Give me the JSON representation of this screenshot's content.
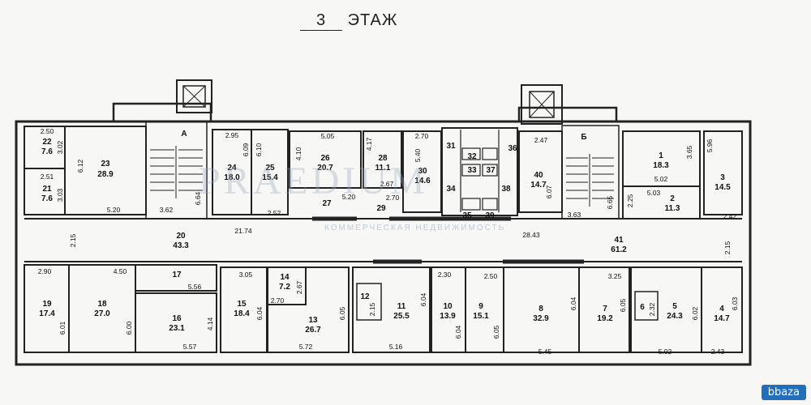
{
  "floor_title": {
    "number": "3",
    "word": "ЭТАЖ"
  },
  "watermark": {
    "text": "PRAEDIUM",
    "subtext": "КОММЕРЧЕСКАЯ НЕДВИЖИМОСТЬ"
  },
  "site_badge": "bbaza",
  "stairwell_a": "А",
  "stairwell_b": "Б",
  "rooms": [
    {
      "id": "room-22",
      "num": "22",
      "area": "7.6"
    },
    {
      "id": "room-21",
      "num": "21",
      "area": "7.6"
    },
    {
      "id": "room-23",
      "num": "23",
      "area": "28.9"
    },
    {
      "id": "room-24",
      "num": "24",
      "area": "18.0"
    },
    {
      "id": "room-25",
      "num": "25",
      "area": "15.4"
    },
    {
      "id": "room-26",
      "num": "26",
      "area": "20.7"
    },
    {
      "id": "room-27",
      "num": "27",
      "area": ""
    },
    {
      "id": "room-28",
      "num": "28",
      "area": "11.1"
    },
    {
      "id": "room-29",
      "num": "29",
      "area": ""
    },
    {
      "id": "room-30",
      "num": "30",
      "area": "14.6"
    },
    {
      "id": "room-31",
      "num": "31",
      "area": ""
    },
    {
      "id": "room-32",
      "num": "32",
      "area": ""
    },
    {
      "id": "room-33",
      "num": "33",
      "area": ""
    },
    {
      "id": "room-34",
      "num": "34",
      "area": ""
    },
    {
      "id": "room-35",
      "num": "35",
      "area": ""
    },
    {
      "id": "room-36",
      "num": "36",
      "area": ""
    },
    {
      "id": "room-37",
      "num": "37",
      "area": ""
    },
    {
      "id": "room-38",
      "num": "38",
      "area": ""
    },
    {
      "id": "room-39",
      "num": "39",
      "area": ""
    },
    {
      "id": "room-40",
      "num": "40",
      "area": "14.7"
    },
    {
      "id": "room-1",
      "num": "1",
      "area": "18.3"
    },
    {
      "id": "room-2",
      "num": "2",
      "area": "11.3"
    },
    {
      "id": "room-3",
      "num": "3",
      "area": "14.5"
    },
    {
      "id": "room-20",
      "num": "20",
      "area": "43.3"
    },
    {
      "id": "room-41",
      "num": "41",
      "area": "61.2"
    },
    {
      "id": "room-19",
      "num": "19",
      "area": "17.4"
    },
    {
      "id": "room-18",
      "num": "18",
      "area": "27.0"
    },
    {
      "id": "room-17",
      "num": "17",
      "area": ""
    },
    {
      "id": "room-16",
      "num": "16",
      "area": "23.1"
    },
    {
      "id": "room-15",
      "num": "15",
      "area": "18.4"
    },
    {
      "id": "room-14",
      "num": "14",
      "area": "7.2"
    },
    {
      "id": "room-13",
      "num": "13",
      "area": "26.7"
    },
    {
      "id": "room-12",
      "num": "12",
      "area": ""
    },
    {
      "id": "room-11",
      "num": "11",
      "area": "25.5"
    },
    {
      "id": "room-10",
      "num": "10",
      "area": "13.9"
    },
    {
      "id": "room-9",
      "num": "9",
      "area": "15.1"
    },
    {
      "id": "room-8",
      "num": "8",
      "area": "32.9"
    },
    {
      "id": "room-7",
      "num": "7",
      "area": "19.2"
    },
    {
      "id": "room-6",
      "num": "6",
      "area": ""
    },
    {
      "id": "room-5",
      "num": "5",
      "area": "24.3"
    },
    {
      "id": "room-4",
      "num": "4",
      "area": "14.7"
    }
  ],
  "dimensions": [
    "2.50",
    "3.02",
    "2.51",
    "3.03",
    "6.12",
    "5.20",
    "3.62",
    "6.64",
    "2.95",
    "6.09",
    "6.10",
    "2.52",
    "5.05",
    "4.10",
    "4.17",
    "5.20",
    "2.67",
    "2.70",
    "5.40",
    "2.70",
    "2.47",
    "6.07",
    "6.65",
    "3.63",
    "2.25",
    "5.02",
    "5.03",
    "3.65",
    "5.96",
    "2.42",
    "2.15",
    "21.74",
    "28.43",
    "2.15",
    "2.90",
    "4.50",
    "5.56",
    "2.67",
    "3.05",
    "2.70",
    "6.01",
    "6.00",
    "4.14",
    "6.04",
    "6.05",
    "2.15",
    "6.04",
    "2.30",
    "2.50",
    "6.04",
    "6.05",
    "3.25",
    "6.04",
    "6.05",
    "2.32",
    "6.02",
    "6.03",
    "5.57",
    "5.72",
    "5.16",
    "5.45",
    "5.02",
    "2.43"
  ]
}
